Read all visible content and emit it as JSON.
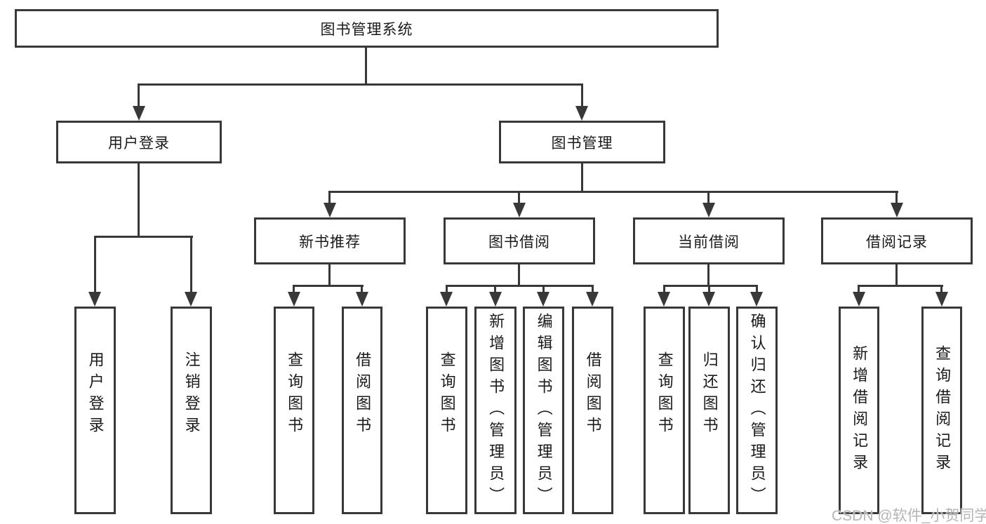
{
  "diagram": {
    "tree": {
      "label": "图书管理系统",
      "children": [
        {
          "label": "用户登录",
          "children": [
            {
              "label": "用户登录"
            },
            {
              "label": "注销登录"
            }
          ]
        },
        {
          "label": "图书管理",
          "children": [
            {
              "label": "新书推荐",
              "children": [
                {
                  "label": "查询图书"
                },
                {
                  "label": "借阅图书"
                }
              ]
            },
            {
              "label": "图书借阅",
              "children": [
                {
                  "label": "查询图书"
                },
                {
                  "label": "新增图书（管理员）"
                },
                {
                  "label": "编辑图书（管理员）"
                },
                {
                  "label": "借阅图书"
                }
              ]
            },
            {
              "label": "当前借阅",
              "children": [
                {
                  "label": "查询图书"
                },
                {
                  "label": "归还图书"
                },
                {
                  "label": "确认归还（管理员）"
                }
              ]
            },
            {
              "label": "借阅记录",
              "children": [
                {
                  "label": "新增借阅记录"
                },
                {
                  "label": "查询借阅记录"
                }
              ]
            }
          ]
        }
      ]
    },
    "watermark": "CSDN @软件_小贺同学",
    "colors": {
      "line": "#383838",
      "text": "#1a1a1a",
      "watermark": "#b5b5b5",
      "background": "#ffffff"
    }
  }
}
